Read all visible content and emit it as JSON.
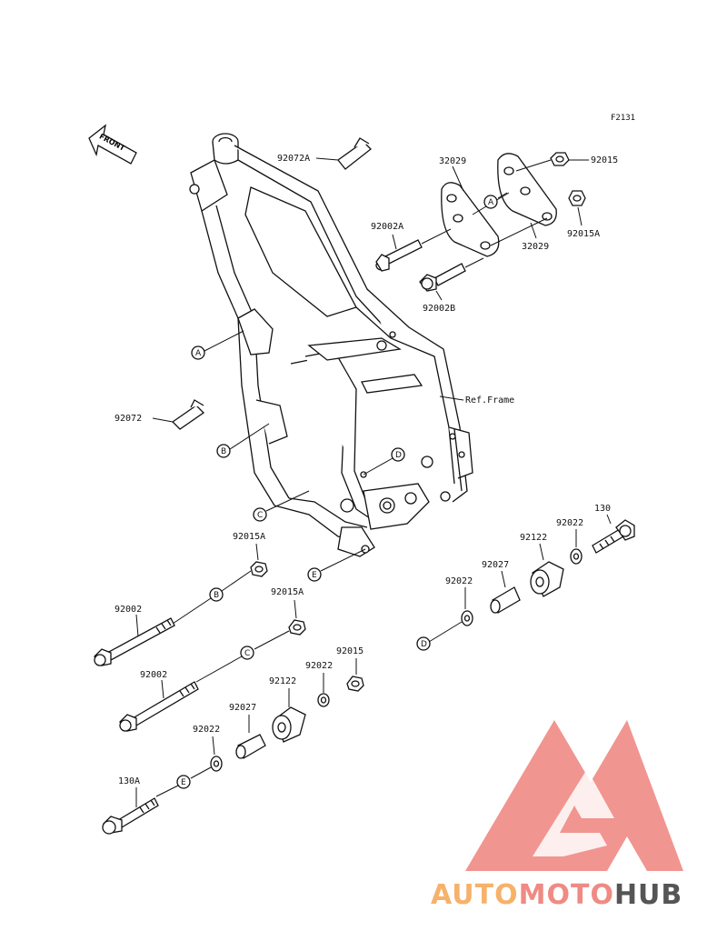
{
  "diagram": {
    "ref_code": "F2131",
    "front_label": "FRONT",
    "frame_ref": "Ref.Frame",
    "parts": {
      "p_92072A": "92072A",
      "p_32029_top": "32029",
      "p_92015_top": "92015",
      "p_92002A": "92002A",
      "p_92015A_right": "92015A",
      "p_32029_mid": "32029",
      "p_92002B": "92002B",
      "p_92072": "92072",
      "p_92015A_a": "92015A",
      "p_92002_a": "92002",
      "p_92015A_b": "92015A",
      "p_92002_b": "92002",
      "p_92015_low": "92015",
      "p_92022_low": "92022",
      "p_92122_low": "92122",
      "p_92027_low": "92027",
      "p_92022_left": "92022",
      "p_130A": "130A",
      "p_130": "130",
      "p_92022_r1": "92022",
      "p_92122_r": "92122",
      "p_92027_r": "92027",
      "p_92022_r2": "92022"
    },
    "markers": {
      "A1": "A",
      "A2": "A",
      "B1": "B",
      "B2": "B",
      "C1": "C",
      "C2": "C",
      "D1": "D",
      "D2": "D",
      "E1": "E",
      "E2": "E"
    }
  },
  "watermark": {
    "part1": "AUTO",
    "part2": "MOTO",
    "part3": "HUB",
    "colors": {
      "orange": "#f6b26b",
      "red": "#ef8a84",
      "gray": "#555555"
    }
  }
}
